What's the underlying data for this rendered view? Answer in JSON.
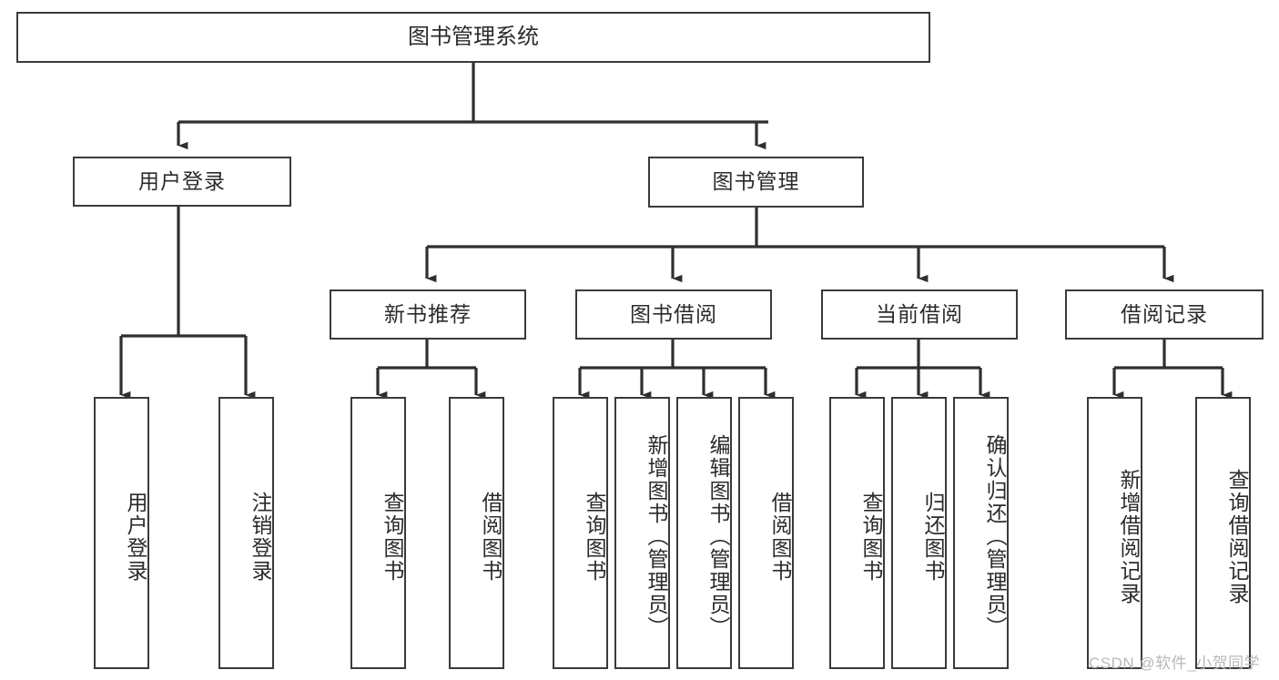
{
  "diagram": {
    "type": "tree-hierarchy",
    "title": "图书管理系统",
    "orientation": "top-down",
    "colors": {
      "border": "#3a3a3a",
      "node_fill": "#ffffff",
      "text": "#2b2b2b",
      "connector": "#2f2f2f",
      "watermark": "#b9b9b9",
      "background": "#ffffff"
    },
    "root": {
      "label": "图书管理系统"
    },
    "level2": [
      {
        "id": "user-login",
        "label": "用户登录"
      },
      {
        "id": "book-management",
        "label": "图书管理"
      }
    ],
    "level3": [
      {
        "id": "new-book-recommend",
        "label": "新书推荐"
      },
      {
        "id": "book-borrow",
        "label": "图书借阅"
      },
      {
        "id": "current-borrow",
        "label": "当前借阅"
      },
      {
        "id": "borrow-record",
        "label": "借阅记录"
      }
    ],
    "leaves": {
      "user-login": [
        {
          "id": "leaf-user-login",
          "label": "用户登录"
        },
        {
          "id": "leaf-logout",
          "label": "注销登录"
        }
      ],
      "new-book-recommend": [
        {
          "id": "leaf-query-book-1",
          "label": "查询图书"
        },
        {
          "id": "leaf-borrow-book-1",
          "label": "借阅图书"
        }
      ],
      "book-borrow": [
        {
          "id": "leaf-query-book-2",
          "label": "查询图书"
        },
        {
          "id": "leaf-add-book",
          "label": "新增图书（管理员）"
        },
        {
          "id": "leaf-edit-book",
          "label": "编辑图书（管理员）"
        },
        {
          "id": "leaf-borrow-book-2",
          "label": "借阅图书"
        }
      ],
      "current-borrow": [
        {
          "id": "leaf-query-book-3",
          "label": "查询图书"
        },
        {
          "id": "leaf-return-book",
          "label": "归还图书"
        },
        {
          "id": "leaf-confirm-return",
          "label": "确认归还（管理员）"
        }
      ],
      "borrow-record": [
        {
          "id": "leaf-add-record",
          "label": "新增借阅记录"
        },
        {
          "id": "leaf-query-record",
          "label": "查询借阅记录"
        }
      ]
    },
    "watermark": "CSDN @软件_小贺同学"
  }
}
